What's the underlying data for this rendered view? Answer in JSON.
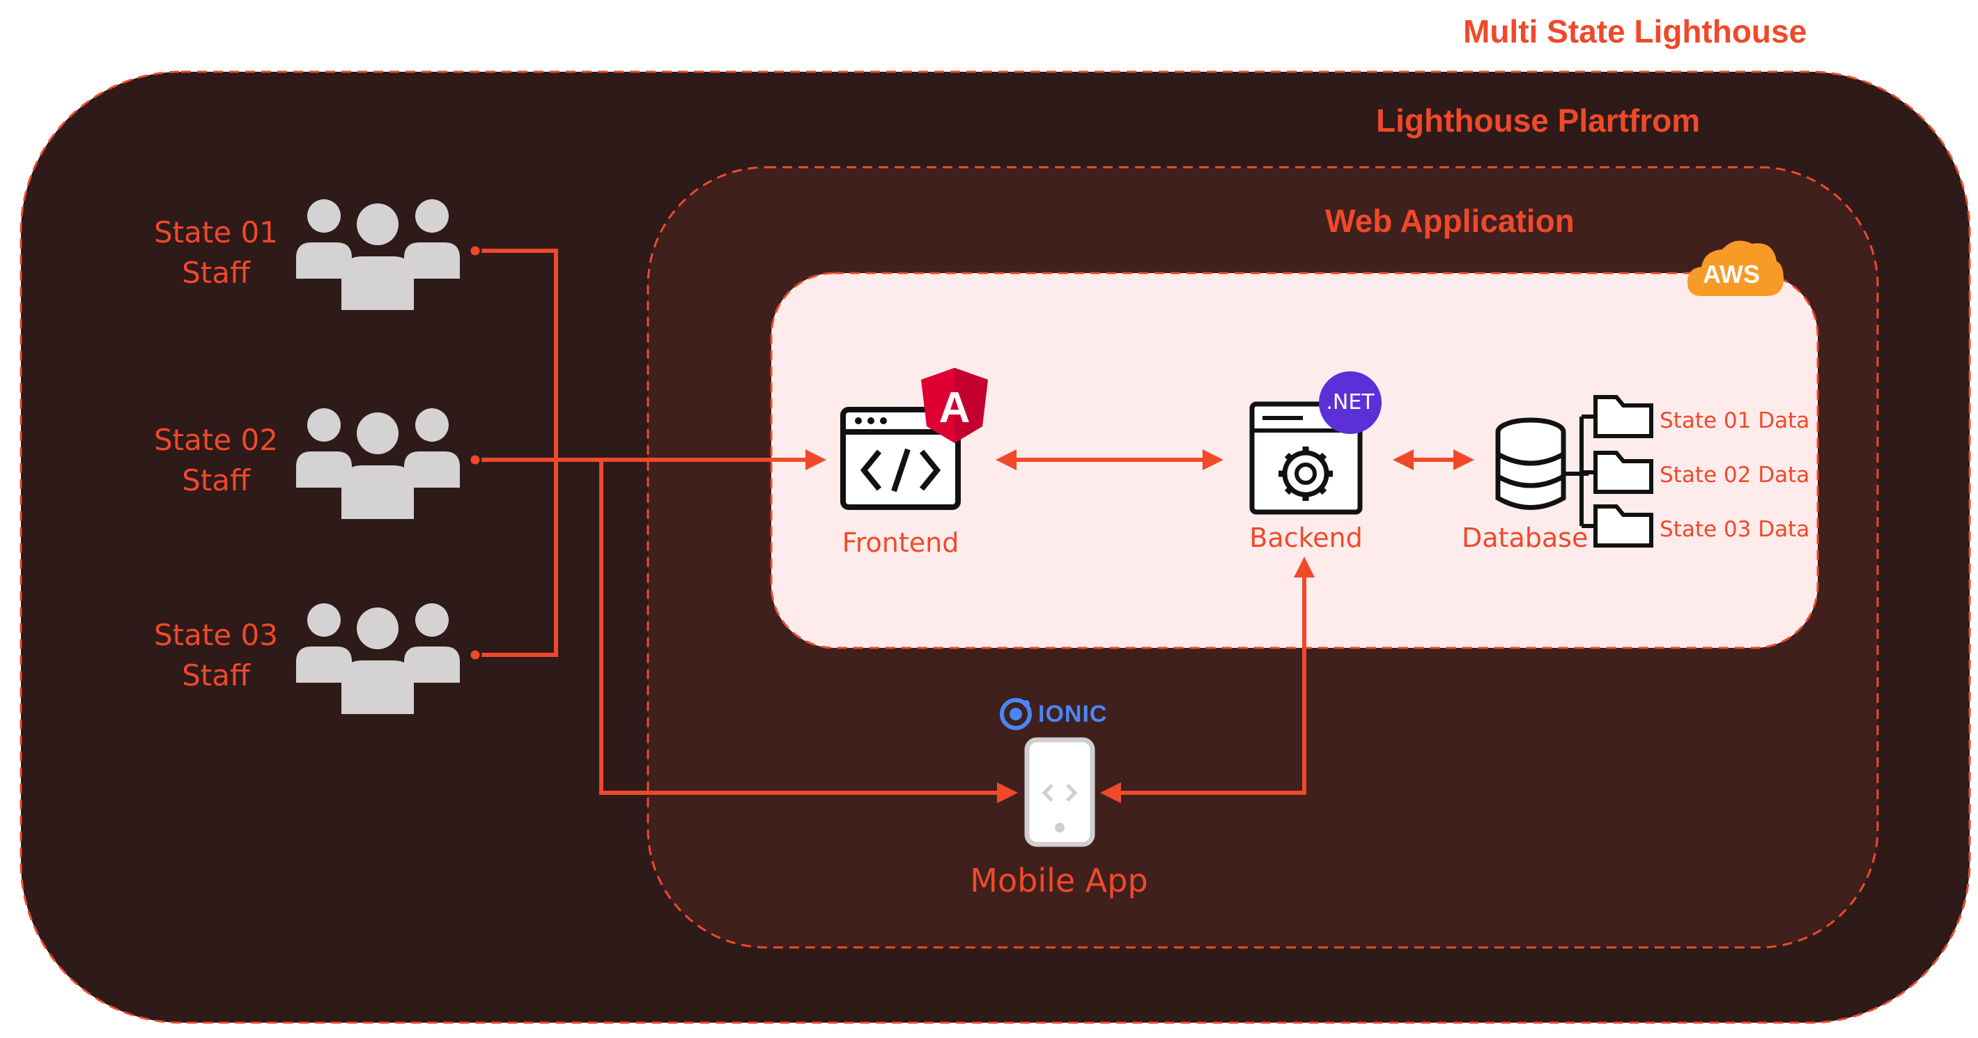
{
  "titles": {
    "outer": "Multi State Lighthouse",
    "platform": "Lighthouse Plartfrom",
    "webapp": "Web Application"
  },
  "staff": [
    {
      "line1": "State 01",
      "line2": "Staff"
    },
    {
      "line1": "State 02",
      "line2": "Staff"
    },
    {
      "line1": "State 03",
      "line2": "Staff"
    }
  ],
  "nodes": {
    "frontend": "Frontend",
    "backend": "Backend",
    "database": "Database",
    "mobile": "Mobile App"
  },
  "data_folders": [
    "State 01 Data",
    "State 02 Data",
    "State 03 Data"
  ],
  "badges": {
    "aws": "AWS",
    "dotnet": ".NET",
    "angular": "A",
    "ionic": "IONIC"
  },
  "colors": {
    "accent": "#f0492a",
    "outer_bg": "#2d1a19",
    "inner_bg": "#3f201d",
    "cloud_bg": "#fdeceb",
    "people": "#d4d2d2",
    "aws": "#f79a26",
    "dotnet": "#5b30d6",
    "angular": "#dd0031",
    "ionic": "#4a86f7"
  }
}
